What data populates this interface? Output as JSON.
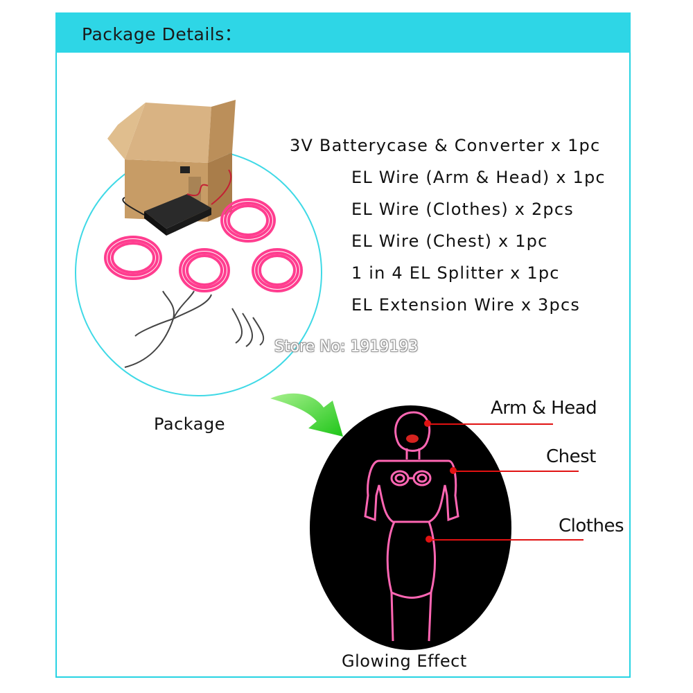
{
  "header": {
    "title": "Package Details："
  },
  "package_list": [
    "3V Batterycase & Converter x 1pc",
    "EL Wire (Arm & Head) x 1pc",
    "EL Wire (Clothes) x 2pcs",
    "EL Wire (Chest) x 1pc",
    "1 in 4 EL Splitter x 1pc",
    "EL Extension Wire x 3pcs"
  ],
  "watermark": "Store No: 1919193",
  "captions": {
    "package": "Package",
    "glowing": "Glowing Effect"
  },
  "callouts": {
    "arm_head": "Arm & Head",
    "chest": "Chest",
    "clothes": "Clothes"
  },
  "colors": {
    "header": "#2ed6e6",
    "border": "#27d3e3",
    "wire": "#ff3d8f",
    "glow": "#ff66b3",
    "callout": "#e11212",
    "arrow": "#39d62e"
  }
}
